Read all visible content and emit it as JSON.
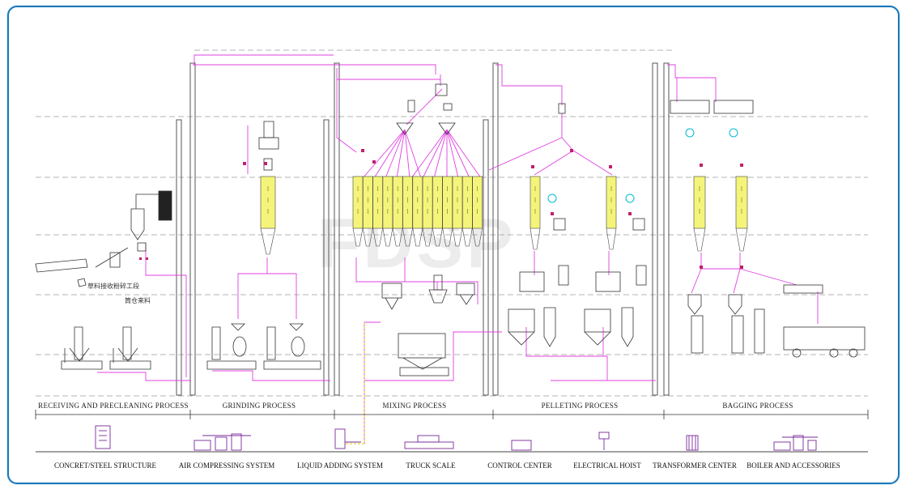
{
  "watermark": "FDSP",
  "processes": [
    "RECEIVING AND PRECLEANING PROCESS",
    "GRINDING PROCESS",
    "MIXING PROCESS",
    "PELLETING PROCESS",
    "BAGGING PROCESS"
  ],
  "utilities": [
    "CONCRET/STEEL STRUCTURE",
    "AIR COMPRESSING SYSTEM",
    "LIQUID ADDING SYSTEM",
    "TRUCK SCALE",
    "CONTROL CENTER",
    "ELECTRICAL HOIST",
    "TRANSFORMER CENTER",
    "BOILER AND ACCESSORIES"
  ],
  "annotations": {
    "receiving_note": "草料接收粉碎工段",
    "silo_note": "筒仓来料"
  },
  "colors": {
    "frame": "#1a78b8",
    "pipe": "#e040e0",
    "bin": "#f4f47a",
    "structure": "#555555",
    "equipment": "#333333",
    "circle_marker": "#00bcd4"
  }
}
